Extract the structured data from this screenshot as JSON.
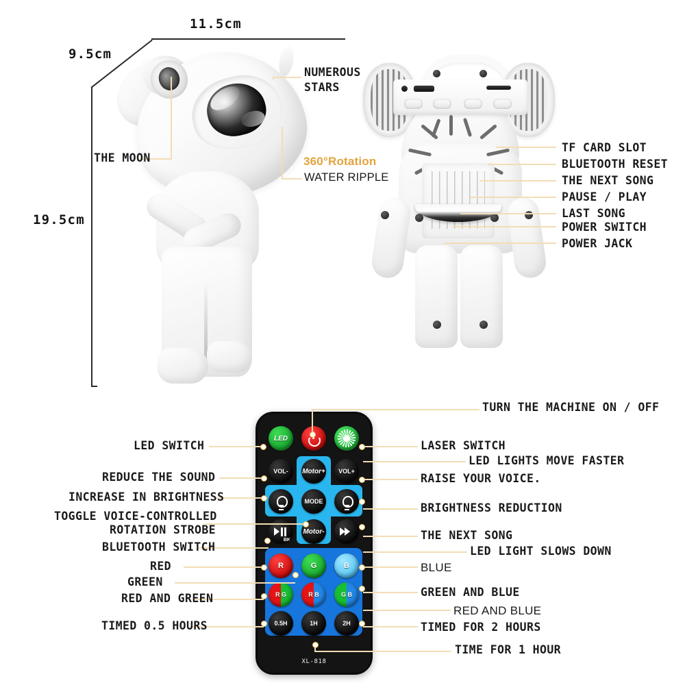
{
  "dimensions": {
    "width_label": "11.5cm",
    "depth_label": "9.5cm",
    "height_label": "19.5cm"
  },
  "front_view": {
    "callouts": [
      {
        "id": "numerous-stars",
        "line1": "NUMEROUS",
        "line2": "STARS"
      },
      {
        "id": "the-moon",
        "text": "THE MOON"
      },
      {
        "id": "rotation",
        "text": "360°Rotation",
        "color": "#e3a33c"
      },
      {
        "id": "water-ripple",
        "text": "WATER RIPPLE"
      }
    ]
  },
  "back_view": {
    "callouts": [
      {
        "id": "tf-card-slot",
        "text": "TF CARD SLOT"
      },
      {
        "id": "bluetooth-reset",
        "text": "BLUETOOTH RESET"
      },
      {
        "id": "the-next-song",
        "text": "THE NEXT SONG"
      },
      {
        "id": "pause-play",
        "text": "PAUSE / PLAY"
      },
      {
        "id": "last-song",
        "text": "LAST SONG"
      },
      {
        "id": "power-switch",
        "text": "POWER SWITCH"
      },
      {
        "id": "power-jack",
        "text": "POWER JACK"
      }
    ]
  },
  "remote": {
    "model": "XL-818",
    "keys": {
      "led": "LED",
      "power": "power-icon",
      "laser": "laser-burst-icon",
      "vol_down": "VOL-",
      "motor_up": "Motor+",
      "vol_up": "VOL+",
      "bright_up": "bulb-up-icon",
      "mode": "MODE",
      "bright_down": "bulb-down-icon",
      "play_pause": "BK",
      "motor_down": "Motor-",
      "next": "next-icon",
      "red": "R",
      "green": "G",
      "blue": "B",
      "red_green": "R G",
      "red_blue": "R B",
      "green_blue": "G B",
      "timer_half": "0.5H",
      "timer_one": "1H",
      "timer_two": "2H"
    },
    "labels_left": [
      {
        "id": "led-switch",
        "text": "LED SWITCH"
      },
      {
        "id": "reduce-the-sound",
        "text": "REDUCE THE SOUND"
      },
      {
        "id": "increase-in-brightness",
        "text": "INCREASE IN BRIGHTNESS"
      },
      {
        "id": "toggle-voice-line1",
        "text": "TOGGLE VOICE-CONTROLLED"
      },
      {
        "id": "toggle-voice-line2",
        "text": "ROTATION STROBE"
      },
      {
        "id": "bluetooth-switch",
        "text": "BLUETOOTH SWITCH"
      },
      {
        "id": "red",
        "text": "RED"
      },
      {
        "id": "green",
        "text": "GREEN"
      },
      {
        "id": "red-and-green",
        "text": "RED AND GREEN"
      },
      {
        "id": "timed-half-hour",
        "text": "TIMED 0.5 HOURS"
      }
    ],
    "labels_right": [
      {
        "id": "turn-machine-on-off",
        "text": "TURN THE MACHINE ON / OFF"
      },
      {
        "id": "laser-switch",
        "text": "LASER SWITCH"
      },
      {
        "id": "led-lights-move-faster",
        "text": "LED LIGHTS MOVE FASTER"
      },
      {
        "id": "raise-your-voice",
        "text": "RAISE YOUR VOICE."
      },
      {
        "id": "brightness-reduction",
        "text": "BRIGHTNESS REDUCTION"
      },
      {
        "id": "the-next-song",
        "text": "THE NEXT SONG"
      },
      {
        "id": "led-light-slows-down",
        "text": "LED LIGHT SLOWS DOWN"
      },
      {
        "id": "blue",
        "text": "BLUE"
      },
      {
        "id": "green-and-blue",
        "text": "GREEN AND BLUE"
      },
      {
        "id": "red-and-blue",
        "text": "RED AND BLUE"
      },
      {
        "id": "timed-for-2-hours",
        "text": "TIMED FOR 2 HOURS"
      },
      {
        "id": "time-for-1-hour",
        "text": "TIME FOR 1 HOUR"
      }
    ]
  },
  "colors": {
    "leader_line": "#f1ddb6",
    "accent_text": "#e3a33c",
    "body_text": "#1a1a1a",
    "remote_blue_panel": "#1776dd",
    "remote_cyan_cross": "#29b6ef"
  }
}
